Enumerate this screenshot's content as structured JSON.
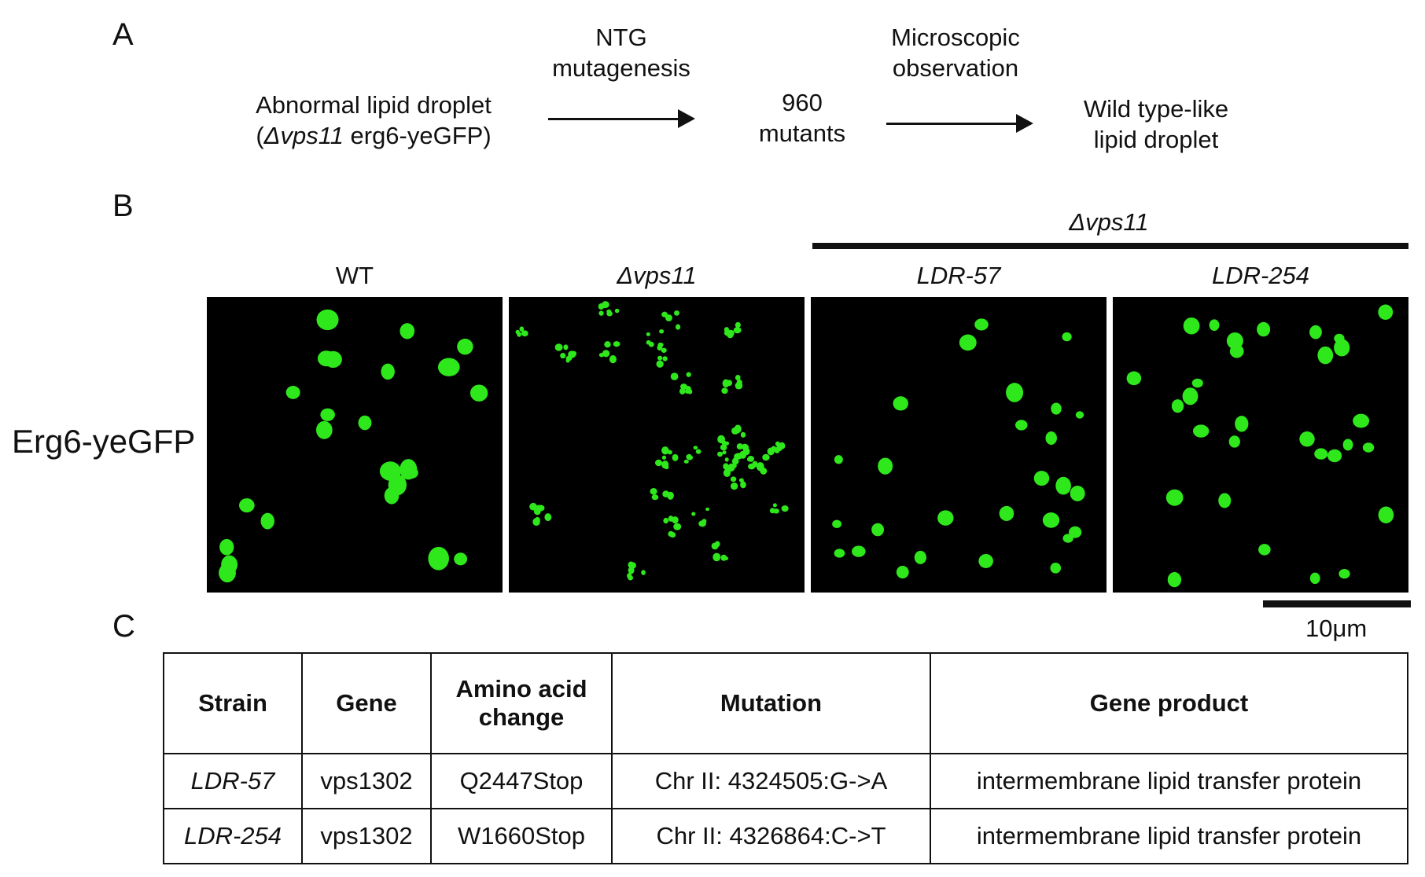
{
  "panels": {
    "a": "A",
    "b": "B",
    "c": "C"
  },
  "flow": {
    "start_line1": "Abnormal lipid droplet",
    "start_prefix": "(",
    "start_italic": "Δvps11",
    "start_suffix": " erg6-yeGFP)",
    "step1_line1": "NTG",
    "step1_line2": "mutagenesis",
    "mid_line1": "960",
    "mid_line2": "mutants",
    "step2_line1": "Microscopic",
    "step2_line2": "observation",
    "end_line1": "Wild type-like",
    "end_line2": "lipid droplet"
  },
  "microscopy": {
    "group_label": "Δvps11",
    "row_label": "Erg6-yeGFP",
    "columns": [
      "WT",
      "Δvps11",
      "LDR-57",
      "LDR-254"
    ],
    "scale_bar": "10μm",
    "colors": {
      "background": "#000000",
      "fluor": "#2fe81c"
    }
  },
  "table": {
    "headers": [
      "Strain",
      "Gene",
      "Amino acid change",
      "Mutation",
      "Gene product"
    ],
    "header_amino_l1": "Amino acid",
    "header_amino_l2": "change",
    "rows": [
      {
        "strain": "LDR-57",
        "gene": "vps1302",
        "aa": "Q2447Stop",
        "mutation": "Chr II: 4324505:G->A",
        "product": "intermembrane lipid transfer protein"
      },
      {
        "strain": "LDR-254",
        "gene": "vps1302",
        "aa": "W1660Stop",
        "mutation": "Chr II: 4326864:C->T",
        "product": "intermembrane lipid transfer protein"
      }
    ]
  }
}
